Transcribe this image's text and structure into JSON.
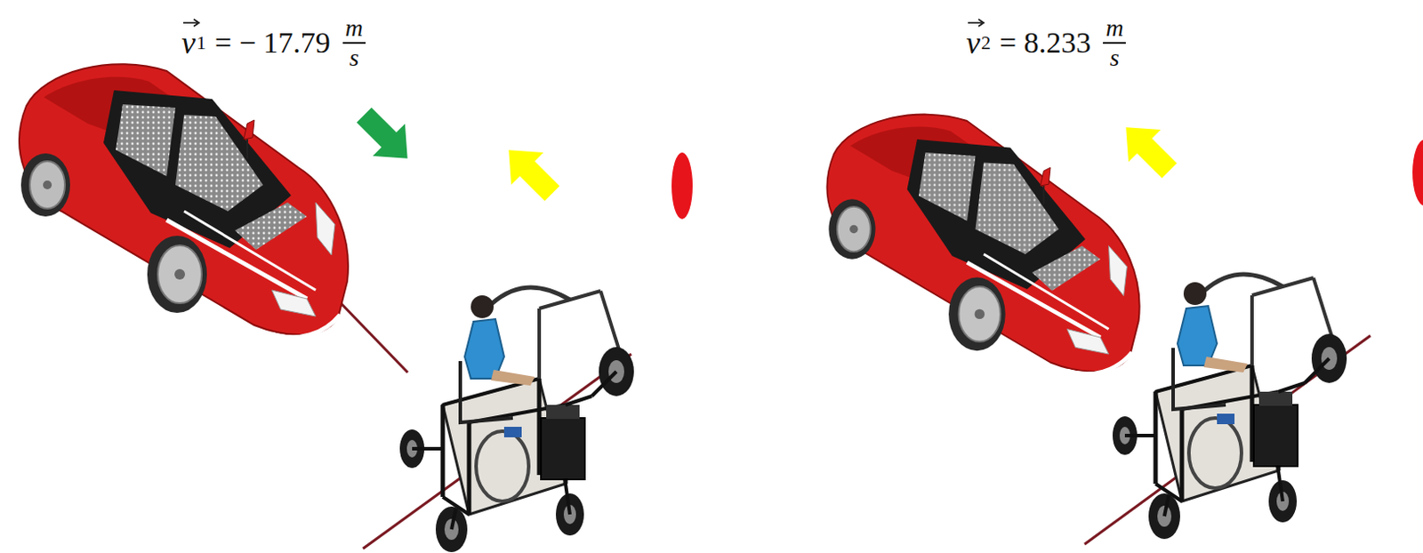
{
  "diagram": {
    "labels": [
      "v",
      "1",
      "= − 17.79",
      "m",
      "s",
      "v",
      "2",
      "= 8.233",
      "m",
      "s"
    ]
  }
}
